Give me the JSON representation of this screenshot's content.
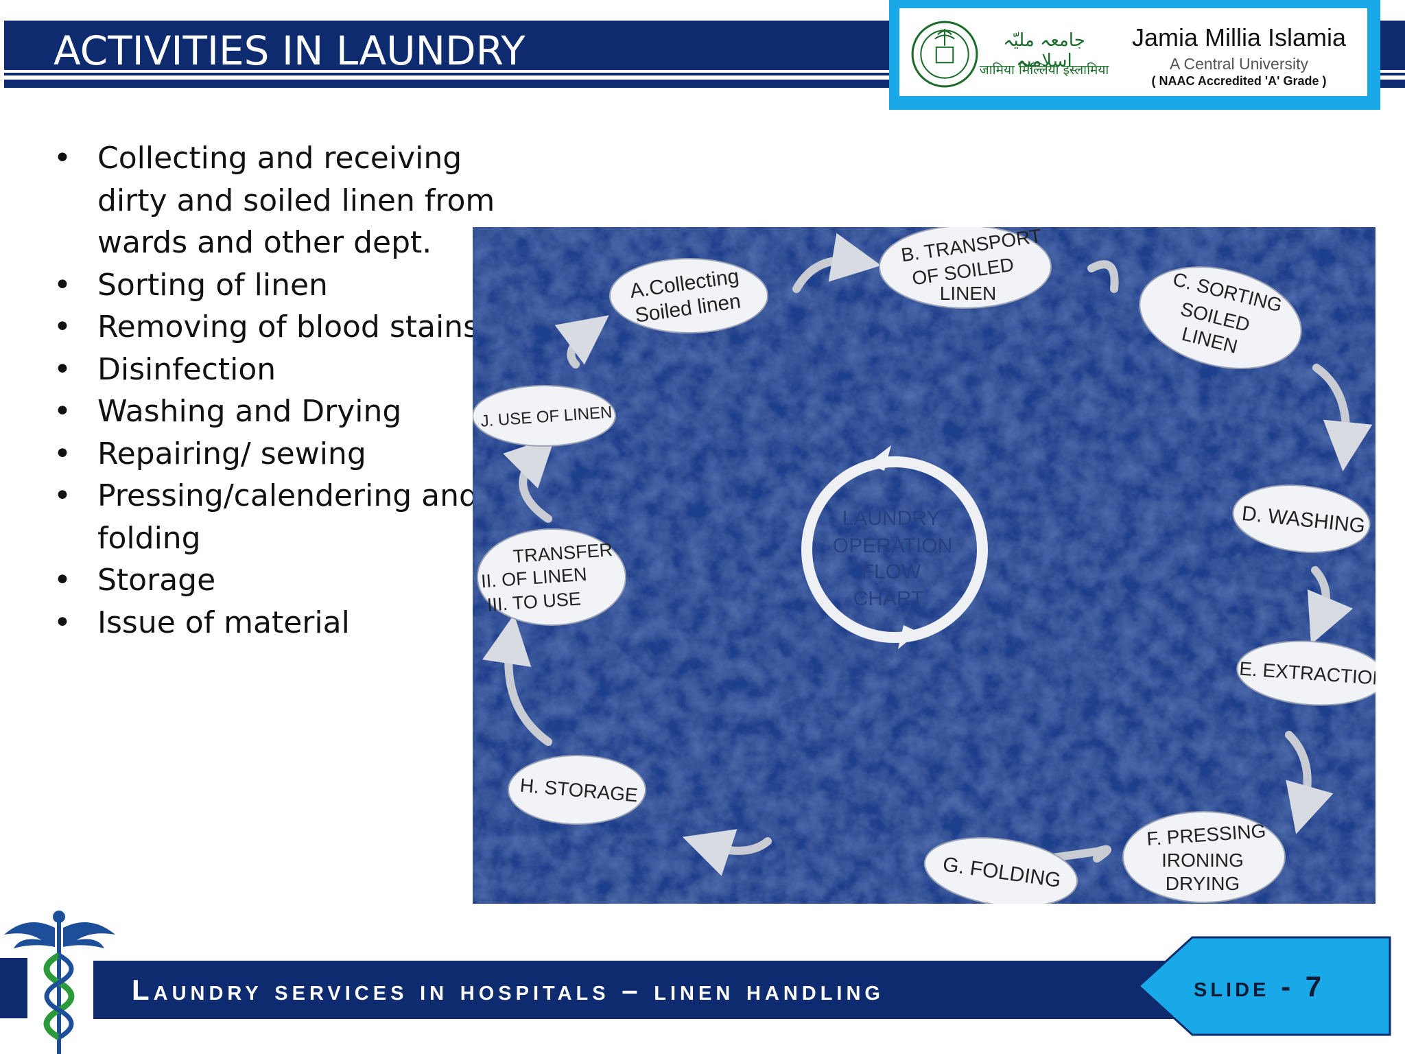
{
  "header": {
    "title": "ACTIVITIES IN LAUNDRY",
    "logo": {
      "script_arabic": "جامعہ ملیّہ اسلامیہ",
      "script_hindi": "जामिया मिल्लिया इस्लामिया",
      "name": "Jamia Millia Islamia",
      "subtitle": "A Central University",
      "grade": "( NAAC Accredited 'A' Grade )"
    }
  },
  "bullets": [
    "Collecting and receiving dirty and soiled linen from wards and other dept.",
    "Sorting of linen",
    "Removing of blood stains",
    "Disinfection",
    "Washing and Drying",
    "Repairing/ sewing",
    "Pressing/calendering and folding",
    "Storage",
    "Issue of material"
  ],
  "diagram": {
    "center": [
      "LAUNDRY",
      "OPERATION",
      "FLOW",
      "CHART"
    ],
    "nodes": {
      "a": [
        "A.Collecting",
        "Soiled linen"
      ],
      "b": [
        "B. TRANSPORT",
        "OF SOILED",
        "LINEN"
      ],
      "c": [
        "C. SORTING",
        "SOILED",
        "LINEN"
      ],
      "d": [
        "D. WASHING"
      ],
      "e": [
        "E. EXTRACTION"
      ],
      "f": [
        "F. PRESSING",
        "IRONING",
        "DRYING"
      ],
      "g": [
        "G. FOLDING"
      ],
      "h": [
        "H. STORAGE"
      ],
      "i": [
        "TRANSFER",
        "II.  OF LINEN",
        "III.  TO USE"
      ],
      "j": [
        "J. USE OF LINEN"
      ]
    }
  },
  "footer": {
    "text": "Laundry services in hospitals – linen handling",
    "slide": "slide - 7"
  },
  "colors": {
    "navy": "#0d2b6e",
    "accent": "#1aa9e8",
    "diagram_bg": "#1e3f8e"
  }
}
